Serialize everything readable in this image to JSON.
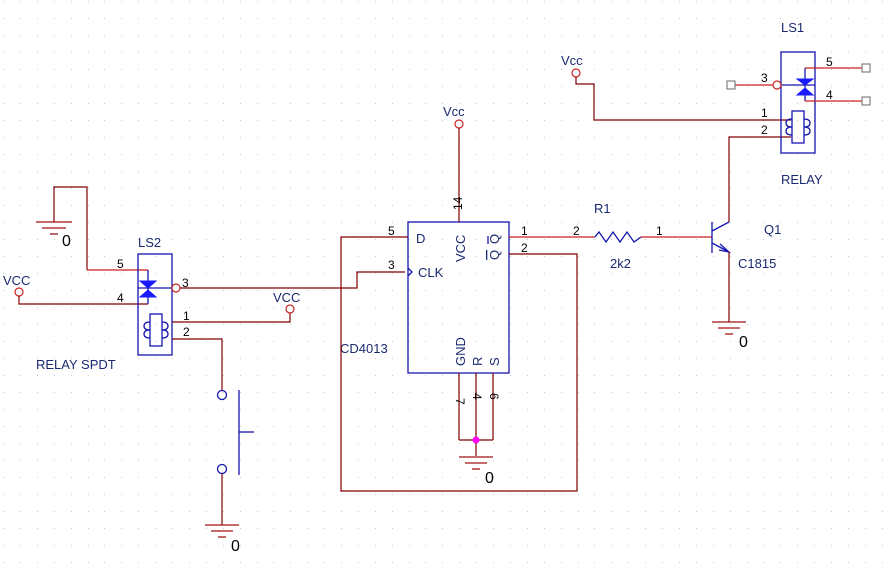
{
  "schematic": {
    "components": {
      "ls2": {
        "ref": "LS2",
        "value": "RELAY SPDT",
        "pins": [
          "5",
          "4",
          "3",
          "1",
          "2"
        ]
      },
      "ls1": {
        "ref": "LS1",
        "value": "RELAY",
        "pins": [
          "3",
          "5",
          "4",
          "1",
          "2"
        ]
      },
      "u1": {
        "value": "CD4013",
        "pin_labels": {
          "d": "D",
          "clk": "CLK",
          "vcc": "VCC",
          "q": "Q",
          "qbar": "Q",
          "gnd": "GND",
          "r": "R",
          "s": "S"
        },
        "pins": {
          "d": "5",
          "clk": "3",
          "vcc": "14",
          "q": "1",
          "qbar": "2",
          "gnd": "7",
          "r": "4",
          "s": "6"
        }
      },
      "r1": {
        "ref": "R1",
        "value": "2k2",
        "pins": [
          "2",
          "1"
        ]
      },
      "q1": {
        "ref": "Q1",
        "value": "C1815"
      }
    },
    "power": {
      "vcc_ls2_left": "VCC",
      "vcc_ls2_right": "VCC",
      "vcc_u1": "Vcc",
      "vcc_ls1": "Vcc"
    },
    "grounds": {
      "gnd_ls2_top": "0",
      "gnd_switch": "0",
      "gnd_u1": "0",
      "gnd_q1": "0"
    },
    "colors": {
      "wire": "#800000",
      "part": "#1515b0",
      "junction": "#ff00ff",
      "background": "#ffffff"
    }
  }
}
